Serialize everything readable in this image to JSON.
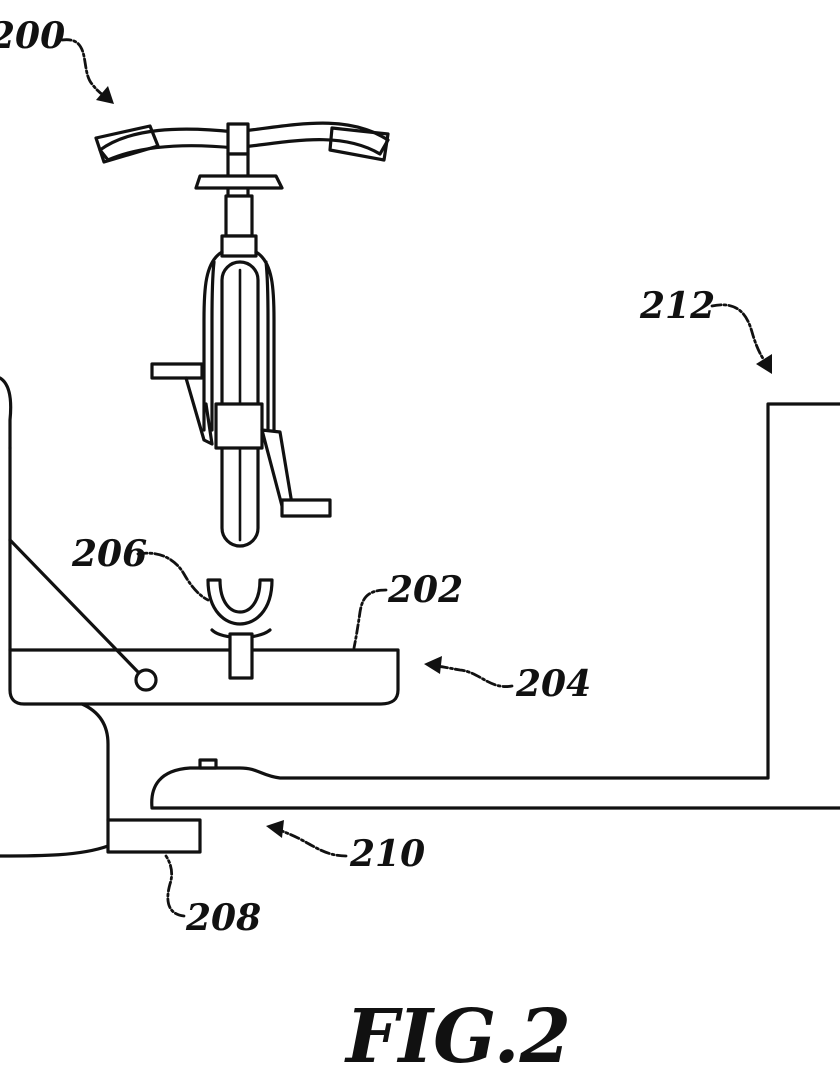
{
  "figure": {
    "title": "FIG.2",
    "refs": {
      "r200": "200",
      "r202": "202",
      "r204": "204",
      "r206": "206",
      "r208": "208",
      "r210": "210",
      "r212": "212"
    }
  }
}
